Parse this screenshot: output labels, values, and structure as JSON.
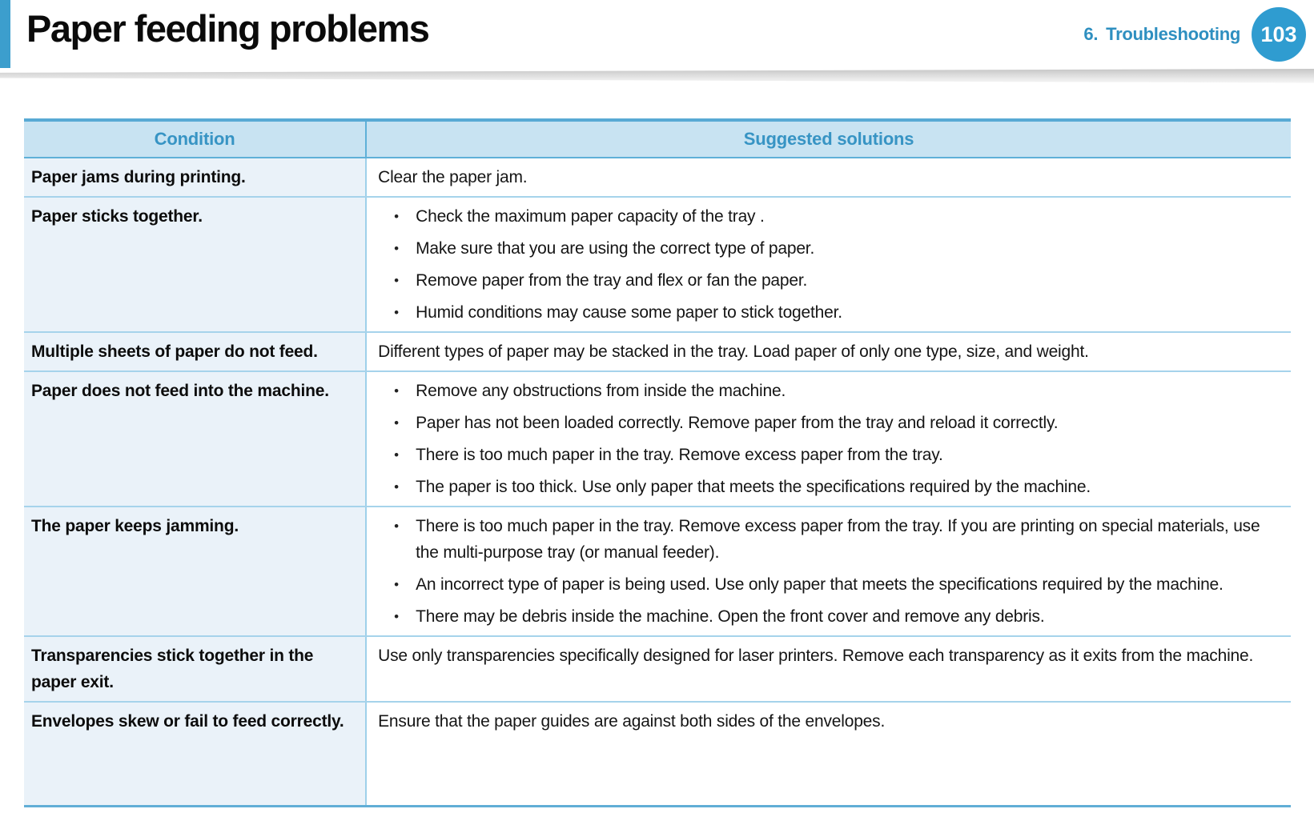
{
  "page": {
    "title": "Paper feeding problems",
    "chapter_number": "6.",
    "chapter_name": "Troubleshooting",
    "page_number": "103"
  },
  "colors": {
    "accent_blue": "#2f9cd0",
    "header_text_blue": "#3794c4",
    "table_header_bg": "#c8e3f2",
    "condition_cell_bg": "#eaf2f9",
    "table_border_strong": "#58aad4",
    "table_border_light": "#a6d3eb",
    "body_text": "#111111"
  },
  "table": {
    "headers": [
      "Condition",
      "Suggested solutions"
    ],
    "rows": [
      {
        "condition": "Paper jams during printing.",
        "bulleted": false,
        "solutions": [
          "Clear the paper jam."
        ]
      },
      {
        "condition": "Paper sticks together.",
        "bulleted": true,
        "solutions": [
          "Check the maximum paper capacity of the tray .",
          "Make sure that you are using the correct type of paper.",
          "Remove paper from the tray and flex or fan the paper.",
          "Humid conditions may cause some paper to stick together."
        ]
      },
      {
        "condition": "Multiple sheets of paper do not feed.",
        "bulleted": false,
        "solutions": [
          "Different types of paper may be stacked in the tray. Load paper of only one type, size, and weight."
        ]
      },
      {
        "condition": "Paper does not feed into the machine.",
        "bulleted": true,
        "solutions": [
          "Remove any obstructions from inside the machine.",
          "Paper has not been loaded correctly. Remove paper from the tray and reload it correctly.",
          "There is too much paper in the tray. Remove excess paper from the tray.",
          "The paper is too thick. Use only paper that meets the specifications required by the machine."
        ]
      },
      {
        "condition": "The paper keeps jamming.",
        "bulleted": true,
        "solutions": [
          "There is too much paper in the tray. Remove excess paper from the tray. If you are printing on special materials, use the multi-purpose tray (or manual feeder).",
          "An incorrect type of paper is being used. Use only paper that meets the specifications required by the machine.",
          "There may be debris inside the machine. Open the front cover and remove any debris."
        ]
      },
      {
        "condition": "Transparencies stick together in the paper exit.",
        "bulleted": false,
        "solutions": [
          "Use only transparencies specifically designed for laser printers. Remove each transparency as it exits from the machine."
        ]
      },
      {
        "condition": "Envelopes skew or fail to feed correctly.",
        "bulleted": false,
        "solutions": [
          "Ensure that the paper guides are against both sides of the envelopes."
        ]
      }
    ]
  }
}
